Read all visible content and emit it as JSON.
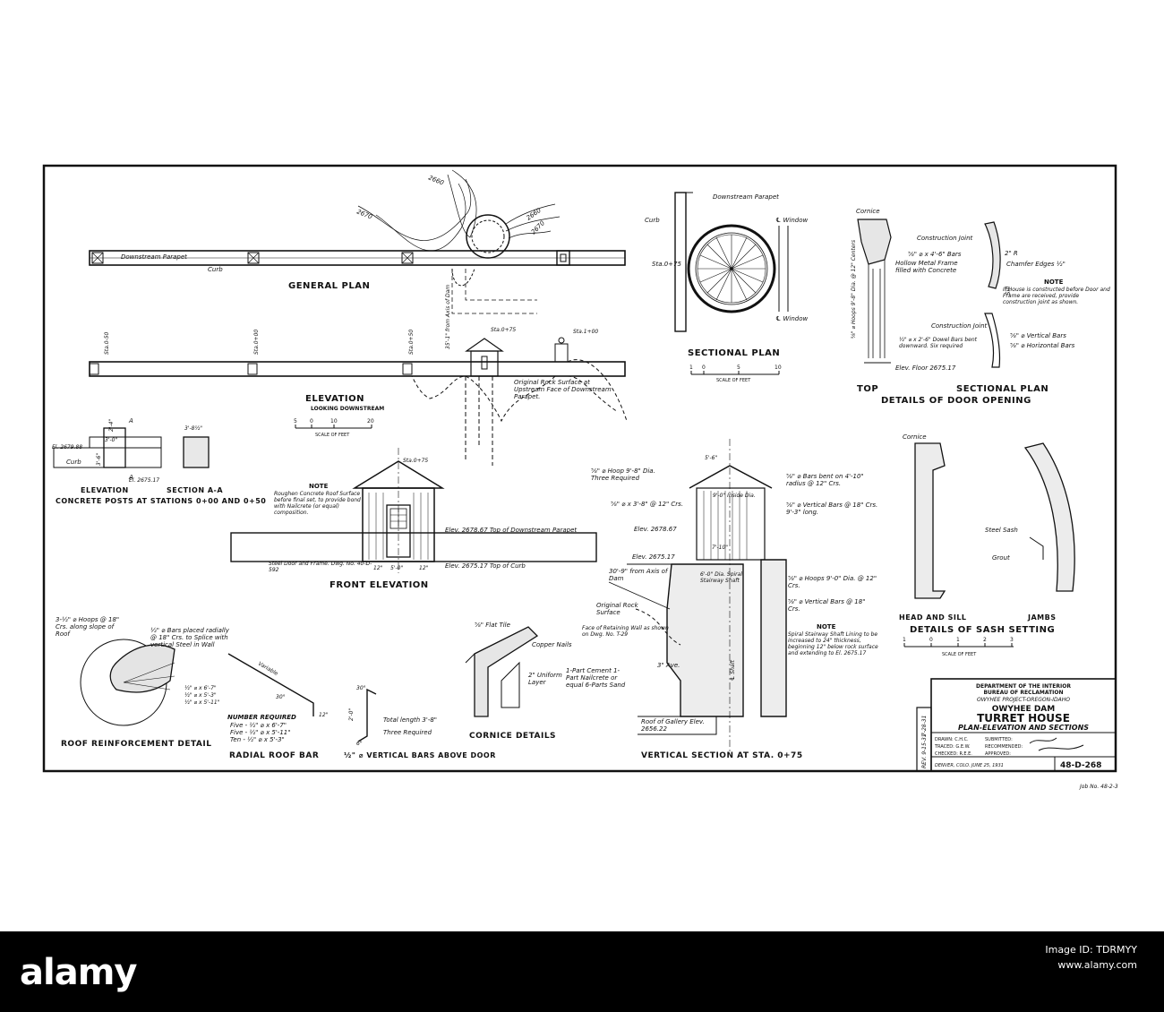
{
  "titles": {
    "general_plan": "GENERAL PLAN",
    "sectional_plan": "SECTIONAL PLAN",
    "top": "TOP",
    "sectional_plan_2": "SECTIONAL PLAN",
    "details_door": "DETAILS OF DOOR OPENING",
    "elevation": "ELEVATION",
    "looking_downstream": "LOOKING DOWNSTREAM",
    "elevation_small": "ELEVATION",
    "section_aa": "SECTION A-A",
    "concrete_posts": "CONCRETE POSTS AT STATIONS 0+00 AND 0+50",
    "front_elevation": "FRONT ELEVATION",
    "head_and_sill": "HEAD AND SILL",
    "jambs": "JAMBS",
    "details_sash": "DETAILS OF SASH SETTING",
    "roof_reinf": "ROOF REINFORCEMENT DETAIL",
    "radial_roof_bar": "RADIAL ROOF BAR",
    "vertical_bars": "½\" ⌀ VERTICAL BARS ABOVE DOOR",
    "cornice_details": "CORNICE DETAILS",
    "vertical_section": "VERTICAL SECTION AT STA. 0+75",
    "note": "NOTE"
  },
  "labels": {
    "downstream_parapet": "Downstream Parapet",
    "downstream_parapet_2": "Downstream Parapet",
    "curb": "Curb",
    "curb_2": "Curb",
    "curb_3": "Curb",
    "contour_2660": "2660",
    "contour_2670": "2670",
    "contour_2660b": "2660",
    "contour_2670b": "2670",
    "axis_of_dam": "35'-1\" from Axis of Dam",
    "window": "℄ Window",
    "window_2": "℄ Window",
    "sta_075": "Sta.0+75",
    "sta_050n": "Sta.0-50",
    "sta_000": "Sta.0+00",
    "sta_050": "Sta.0+50",
    "sta_075b": "Sta.0+75",
    "sta_100": "Sta.1+00",
    "sta_075c": "Sta.0+75",
    "original_rock": "Original Rock Surface at Upstream Face of Downstream Parapet.",
    "cornice": "Cornice",
    "cornice_2": "Cornice",
    "construction_joint": "Construction Joint",
    "bars_446": "⅝\" ⌀ x 4'-6\" Bars",
    "hollow_frame": "Hollow Metal Frame filled with Concrete",
    "hoops_98": "⅝\" ⌀ Hoops 9'-8\" Dia. @ 12\" Centers",
    "r2": "2\" R",
    "chamfer": "Chamfer Edges ½\"",
    "note_door": "If House is constructed before Door and Frame are received, provide construction joint as shown.",
    "sill": "Sill",
    "construction_joint_2": "Construction Joint",
    "dowel_bars": "½\" ⌀ x 2'-6\" Dowel Bars bent downward. Six required",
    "vert_bars_small": "⅝\" ⌀ Vertical Bars",
    "horiz_bars_small": "⅝\" ⌀ Horizontal Bars",
    "elev_floor": "Elev. Floor 2675.17",
    "el_267988": "El. 2679.88",
    "el_267517": "El. 2675.17",
    "a_mark": "A",
    "a_mark2": "A",
    "dim_38": "3'-8½\"",
    "dim_30": "3'-0\"",
    "dim_36": "3'-6\"",
    "dim_24": "2'-4\"",
    "note_roof": "Roughen Concrete Roof Surface before final set, to provide bond with Nailcrete (or equal) composition.",
    "elev_267867": "Elev. 2678.67 Top of Downstream Parapet",
    "elev_267517": "Elev. 2675.17 Top of Curb",
    "steel_door": "Steel Door and Frame. Dwg. No. 40-D-592",
    "dim_12a": "12\"",
    "dim_50": "5'-0\"",
    "dim_12b": "12\"",
    "hoops_98b": "⅝\" ⌀ Hoop 9'-8\" Dia. Three Required",
    "bars_38": "⅝\" ⌀ x 3'-8\" @ 12\" Crs.",
    "elev_267867b": "Elev. 2678.67",
    "elev_267517b": "Elev. 2675.17",
    "dim_56": "5'-6\"",
    "inside_dia": "9'-0\" Inside Dia.",
    "bars_bent": "⅝\" ⌀ Bars bent on 4'-10\" radius @ 12\" Crs.",
    "vert_bars_18": "⅝\" ⌀ Vertical Bars @ 18\" Crs. 9'-3\" long.",
    "dim_710": "7'-10\"",
    "axis_dam_2": "30'-9\" from Axis of Dam",
    "spiral_shaft": "6'-0\" Dia. Spiral Stairway Shaft",
    "hoops_90": "⅝\" ⌀ Hoops 9'-0\" Dia. @ 12\" Crs.",
    "vert_bars_18b": "⅝\" ⌀ Vertical Bars @ 18\" Crs.",
    "orig_rock_2": "Original Rock Surface",
    "retaining_wall": "Face of Retaining Wall as shown on Dwg. No. T-29",
    "note_shaft": "Spiral Stairway Shaft Lining to be increased to 24\" thickness, beginning 12\" below rock surface and extending to El. 2675.17",
    "ave_3": "3\" Ave.",
    "shaft": "℄ Shaft",
    "roof_gallery": "Roof of Gallery Elev. 2656.22",
    "flat_tile": "⅝\" Flat Tile",
    "copper_nails": "Copper Nails",
    "uniform_layer": "2\" Uniform Layer",
    "mix": "1-Part Cement 1-Part Nailcrete or equal 6-Parts Sand",
    "hoops_18": "3-½\" ⌀ Hoops @ 18\" Crs. along slope of Roof",
    "bars_radial": "½\" ⌀ Bars placed radially @ 18\" Crs. to Splice with vertical Steel in Wall",
    "b67": "½\" ⌀ x 6'-7\"",
    "b53": "½\" ⌀ x 5'-3\"",
    "b511": "½\" ⌀ x 5'-11\"",
    "variable": "Variable",
    "angle_30": "30°",
    "dim_12c": "12\"",
    "number_required": "NUMBER REQUIRED",
    "nr1": "Five - ½\" ⌀ x 6'-7\"",
    "nr2": "Five - ½\" ⌀ x 5'-11\"",
    "nr3": "Ten - ½\" ⌀ x 5'-3\"",
    "total_length": "Total length 3'-8\"",
    "three_required": "Three Required",
    "steel_sash": "Steel Sash",
    "grout": "Grout",
    "dim_20": "2'-0\"",
    "dim_6": "6\"",
    "angle_30b": "30°"
  },
  "scales": {
    "plan": {
      "ticks": [
        "1",
        "0",
        "5",
        "10"
      ],
      "caption": "SCALE OF FEET"
    },
    "elev": {
      "ticks": [
        "5",
        "0",
        "10",
        "20"
      ],
      "caption": "SCALE OF FEET"
    },
    "sash": {
      "ticks": [
        "1",
        "0",
        "1",
        "2",
        "3"
      ],
      "caption": "SCALE OF FEET"
    }
  },
  "title_block": {
    "dept": "DEPARTMENT OF THE INTERIOR",
    "bureau": "BUREAU OF RECLAMATION",
    "project": "OWYHEE PROJECT-OREGON-IDAHO",
    "dam": "OWYHEE DAM",
    "name": "TURRET HOUSE",
    "subtitle": "PLAN-ELEVATION AND SECTIONS",
    "drawn": "DRAWN: C.H.C.",
    "submitted": "SUBMITTED:",
    "traced": "TRACED: G.E.W.",
    "recommended": "RECOMMENDED:",
    "checked": "CHECKED: R.E.E.",
    "approved": "APPROVED:",
    "location": "DENVER, COLO. JUNE 25, 1931",
    "dwg_no": "48-D-268",
    "rev1": "7-28-31",
    "rev2": "REV. 9-15-31"
  },
  "job_no": "Job No. 48-2-3",
  "footer": {
    "logo": "alamy",
    "image_id": "Image ID: TDRMYY",
    "site": "www.alamy.com"
  }
}
